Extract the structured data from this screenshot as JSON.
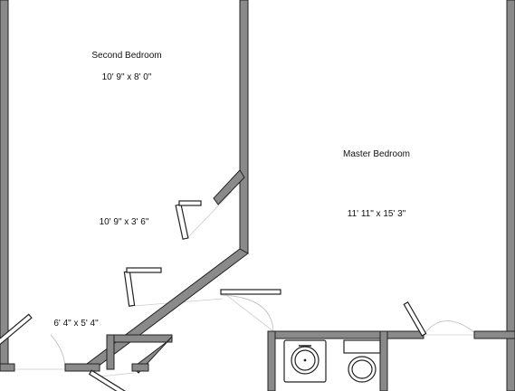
{
  "rooms": {
    "second_bedroom": {
      "name": "Second Bedroom",
      "size": "10' 9\" x 8' 0\""
    },
    "hall": {
      "size": "10' 9\" x 3' 6\""
    },
    "master_bedroom": {
      "name": "Master Bedroom",
      "size": "11' 11\" x 15' 3\""
    },
    "entry": {
      "size": "6' 4\" x 5' 4\""
    }
  },
  "colors": {
    "wall_fill": "#8a8a8a",
    "wall_edge": "#222222",
    "background": "#ffffff"
  },
  "icons": [
    "sink-icon",
    "toilet-icon"
  ]
}
